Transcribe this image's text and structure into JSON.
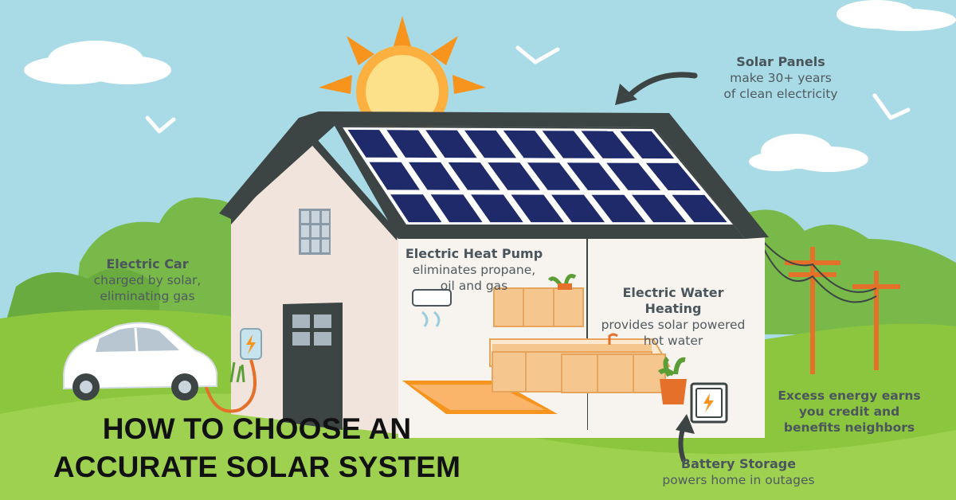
{
  "headline": {
    "line1": "HOW TO CHOOSE AN",
    "line2": "ACCURATE SOLAR SYSTEM"
  },
  "callouts": {
    "solar_panels": {
      "title": "Solar Panels",
      "line1": "make 30+ years",
      "line2": "of clean electricity"
    },
    "electric_car": {
      "title": "Electric Car",
      "line1": "charged by solar,",
      "line2": "eliminating gas"
    },
    "heat_pump": {
      "title": "Electric Heat Pump",
      "line1": "eliminates propane,",
      "line2": "oil and gas"
    },
    "water_heating": {
      "title": "Electric Water Heating",
      "line1": "provides solar powered",
      "line2": "hot water"
    },
    "excess_energy": {
      "line1": "Excess energy earns",
      "line2": "you credit and",
      "line3": "benefits neighbors"
    },
    "battery": {
      "title": "Battery Storage",
      "line1": "powers home in outages"
    }
  },
  "colors": {
    "sky": "#a9dbe6",
    "grass": "#8cc63f",
    "sun": "#f7941d",
    "panel": "#1f2a6b",
    "roof": "#3d4444",
    "wall": "#f1e4dd",
    "counter": "#f6c68f",
    "pole": "#e4702a"
  },
  "icons": [
    "sun-icon",
    "bird-icon",
    "curved-arrow-icon",
    "lightning-bolt-icon",
    "plant-icon"
  ]
}
